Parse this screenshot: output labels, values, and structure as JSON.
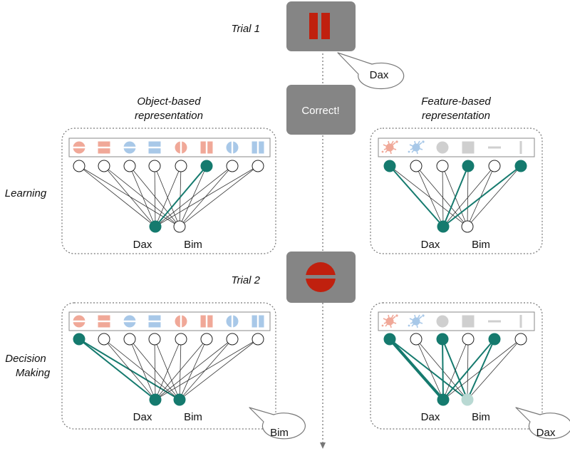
{
  "trial1": {
    "label": "Trial 1",
    "speech": "Dax"
  },
  "feedback": {
    "text": "Correct!"
  },
  "trial2": {
    "label": "Trial 2"
  },
  "panels": {
    "object_title": "Object-based representation",
    "feature_title": "Feature-based representation"
  },
  "rows": {
    "learning": "Learning",
    "decision": "Decision Making"
  },
  "outputs": {
    "dax": "Dax",
    "bim": "Bim"
  },
  "speech": {
    "object_decision": "Bim",
    "feature_decision": "Dax"
  },
  "colors": {
    "teal": "#157a6e",
    "pale_teal": "#b9d9d3",
    "stimulus_red": "#c0200e",
    "pink": "#f0a898",
    "blue": "#a8c8e8",
    "gray": "#cfcfcf",
    "box_gray": "#858585"
  },
  "object_icons": [
    "pink-circle-hbar",
    "pink-square-hbar",
    "blue-circle-hbar",
    "blue-square-hbar",
    "pink-circle-vbar",
    "pink-square-vbar",
    "blue-circle-vbar",
    "blue-square-vbar"
  ],
  "feature_icons": [
    "pink-splat",
    "blue-splat",
    "gray-circle",
    "gray-square",
    "horizontal-line",
    "vertical-line"
  ]
}
